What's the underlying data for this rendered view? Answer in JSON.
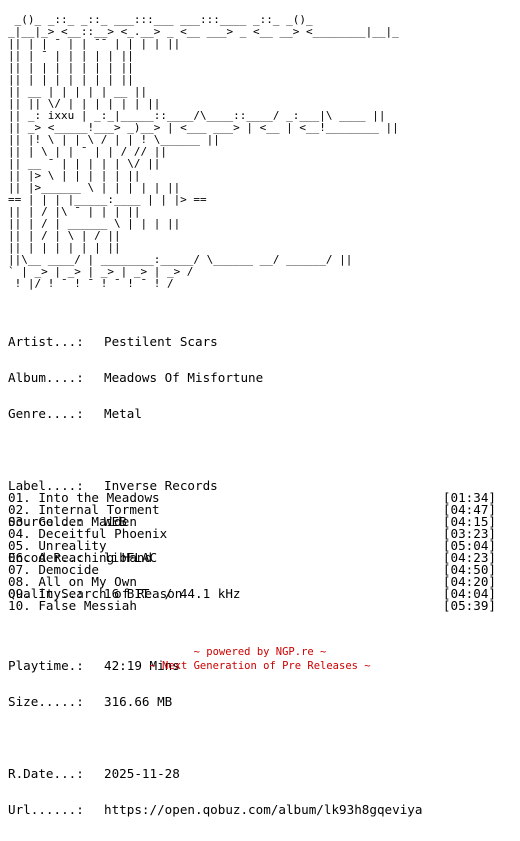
{
  "colors": {
    "text": "#000000",
    "background": "#ffffff",
    "footer": "#cc0000"
  },
  "ascii_art": " _()_ _::_ _::_ ___:::___ ___:::____ _::_ _()_\n_|__|_> <__::__> <_.__> _ <__ ___> _ <__ __> <________|__|_\n|| | | ¯ | | ¯¯ | | | | ||\n|| | ¯ | | | | | ||\n|| | | | | | | | ||\n|| | | | | | | | ||\n|| __ | | | | | __ ||\n|| || \\/ | | | | | | ||\n|| _: ixxu | _:_|_____::____/\\____::____/ _:___|\\ ____ ||\n|| _> <_____!___> _)__> | <___ ___> | <__ | <__!________ ||\n|| |! \\ | | \\ / | | ! \\______ ||\n|| | \\ | | ¯ | | / // ||\n|| __ ¯ | | | | | \\/ ||\n|| |> \\ | | | | | ||\n|| |>______ \\ | | | | | ||\n== | | | |_____:____ | | |> ==\n|| | / |\\ ¯ | | | ||\n|| | / | ______ \\ | | | ||\n|| | / | \\ | / ||\n|| | | | | | | ||\n||\\__ ____/ | ________:_____/ \\______ __/ ______/ ||\n` | _> | _> | _> | _> | _> /\n ! |/ ! ¯ ! ¯ ! ¯ ! ¯ ! /",
  "info": {
    "artist": {
      "label": "Artist...:",
      "value": "Pestilent Scars"
    },
    "album": {
      "label": "Album....:",
      "value": "Meadows Of Misfortune"
    },
    "genre": {
      "label": "Genre....:",
      "value": "Metal"
    },
    "label": {
      "label": "Label....:",
      "value": "Inverse Records"
    },
    "source": {
      "label": "Source...:",
      "value": "WEB"
    },
    "encoder": {
      "label": "Encoder..:",
      "value": "libFLAC"
    },
    "quality": {
      "label": "Quality..:",
      "value": "16 BIT  / 44.1 kHz"
    },
    "playtime": {
      "label": "Playtime.:",
      "value": "42:19 Mins"
    },
    "size": {
      "label": "Size.....:",
      "value": "316.66 MB"
    },
    "rdate": {
      "label": "R.Date...:",
      "value": "2025-11-28"
    },
    "url": {
      "label": "Url......:",
      "value": "https://open.qobuz.com/album/lk93h8gqeviya"
    }
  },
  "tracks": [
    {
      "title": "01. Into the Meadows",
      "duration": "[01:34]"
    },
    {
      "title": "02. Internal Torment",
      "duration": "[04:47]"
    },
    {
      "title": "03. Golden Maiden",
      "duration": "[04:15]"
    },
    {
      "title": "04. Deceitful Phoenix",
      "duration": "[03:23]"
    },
    {
      "title": "05. Unreality",
      "duration": "[05:04]"
    },
    {
      "title": "06. A Reaching Hand",
      "duration": "[04:23]"
    },
    {
      "title": "07. Democide",
      "duration": "[04:50]"
    },
    {
      "title": "08. All on My Own",
      "duration": "[04:20]"
    },
    {
      "title": "09. In Search of Reason",
      "duration": "[04:04]"
    },
    {
      "title": "10. False Messiah",
      "duration": "[05:39]"
    }
  ],
  "footer": {
    "line1": "~ powered by NGP.re ~",
    "line2": "~ Next Generation of Pre Releases ~"
  }
}
